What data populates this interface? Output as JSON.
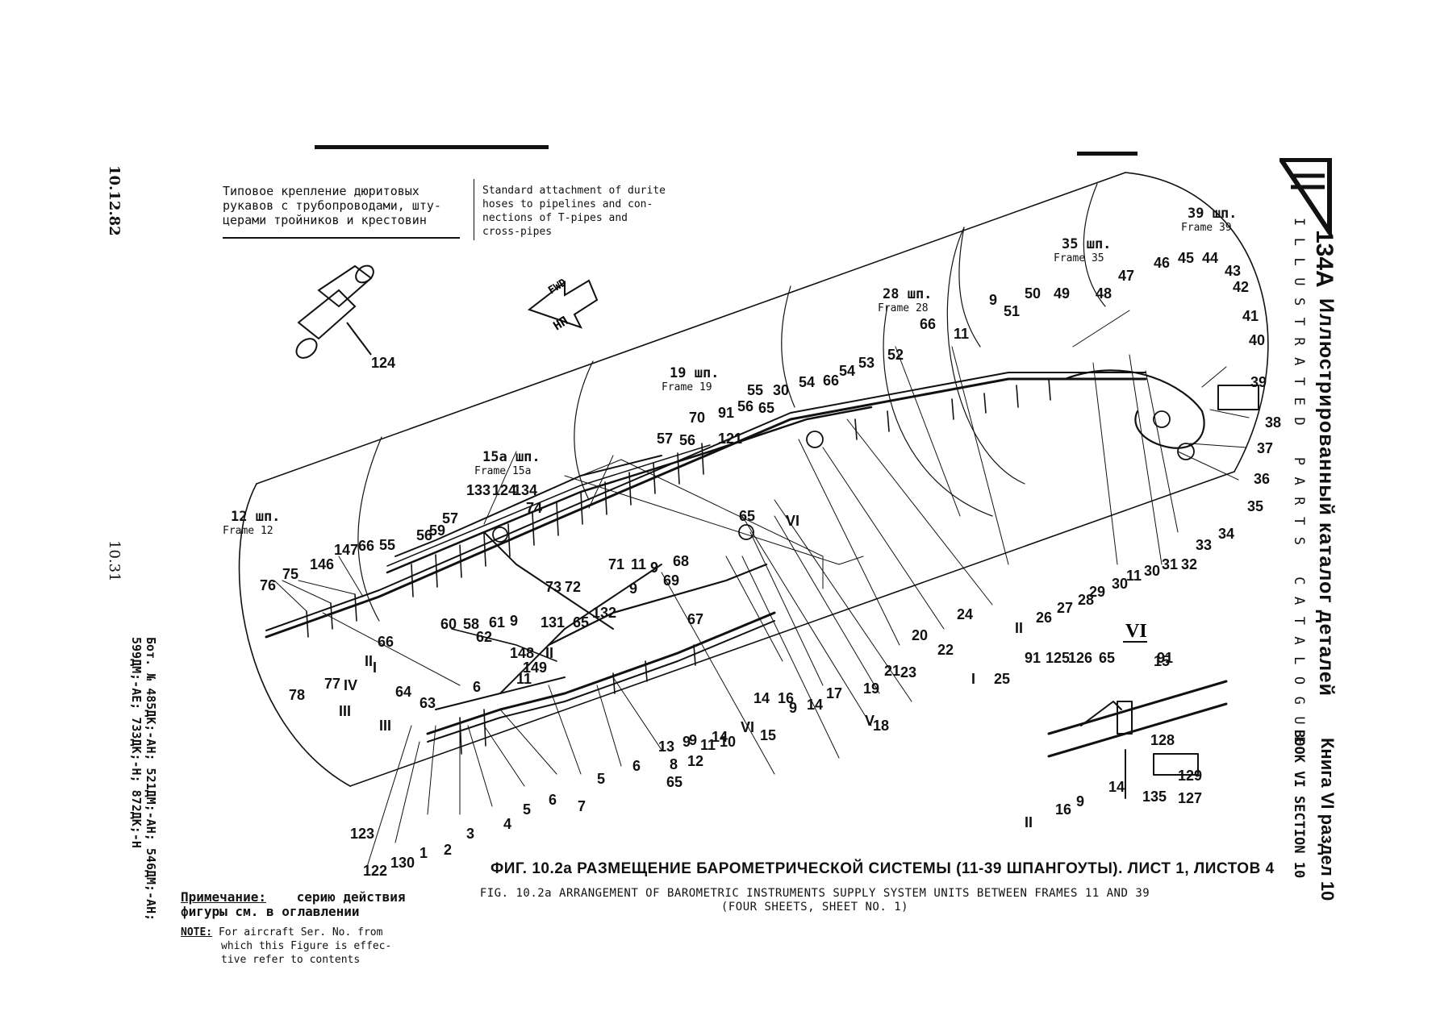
{
  "side_left": {
    "date": "10.12.82",
    "page": "10.31",
    "applicability_line1": "Бот. № 485ДК;-АН; 521ДМ;-АН; 546ДМ;-АН;",
    "applicability_line2": "599ДМ;-АЕ; 733ДК;-Н; 872ДК;-Н"
  },
  "side_right": {
    "logo_number": "134A",
    "catalog_ru": "Иллюстрированный каталог деталей",
    "catalog_en": "ILLUSTRATED PARTS CATALOGUE",
    "book_ru": "Книга VI раздел 10",
    "book_en": "BOOK VI SECTION 10"
  },
  "top_note": {
    "ru_lines": [
      "Типовое крепление дюритовых",
      "рукавов с трубопроводами, шту-",
      "церами тройников и крестовин"
    ],
    "en_lines": [
      "Standard attachment of durite",
      "hoses to pipelines and con-",
      "nections of T-pipes and",
      "cross-pipes"
    ]
  },
  "fwd": {
    "en": "FWD",
    "ru": "НП"
  },
  "frames": [
    {
      "ru": "12 шп.",
      "en": "Frame 12"
    },
    {
      "ru": "15а шп.",
      "en": "Frame 15а"
    },
    {
      "ru": "19 шп.",
      "en": "Frame 19"
    },
    {
      "ru": "28 шп.",
      "en": "Frame 28"
    },
    {
      "ru": "35 шп.",
      "en": "Frame 35"
    },
    {
      "ru": "39 шп.",
      "en": "Frame 39"
    }
  ],
  "callouts": [
    "124",
    "78",
    "76",
    "75",
    "146",
    "147",
    "66",
    "55",
    "56",
    "57",
    "59",
    "133",
    "124",
    "134",
    "74",
    "77",
    "IV",
    "I",
    "III",
    "64",
    "III",
    "II",
    "63",
    "66",
    "60",
    "58",
    "61",
    "9",
    "73",
    "72",
    "131",
    "132",
    "65",
    "62",
    "148",
    "149",
    "6",
    "11",
    "II",
    "9",
    "71",
    "11",
    "9",
    "68",
    "69",
    "57",
    "56",
    "70",
    "91",
    "121",
    "56",
    "65",
    "55",
    "30",
    "54",
    "66",
    "54",
    "53",
    "52",
    "66",
    "11",
    "9",
    "51",
    "50",
    "49",
    "48",
    "47",
    "46",
    "45",
    "44",
    "43",
    "42",
    "41",
    "40",
    "39",
    "38",
    "37",
    "36",
    "35",
    "34",
    "33",
    "32",
    "31",
    "30",
    "11",
    "30",
    "29",
    "28",
    "27",
    "26",
    "II",
    "I",
    "25",
    "24",
    "22",
    "23",
    "20",
    "21",
    "19",
    "V",
    "18",
    "17",
    "14",
    "9",
    "16",
    "14",
    "15",
    "VI",
    "14",
    "9",
    "13",
    "12",
    "11",
    "10",
    "9",
    "8",
    "6",
    "5",
    "7",
    "6",
    "5",
    "4",
    "3",
    "2",
    "1",
    "130",
    "122",
    "123",
    "65",
    "67",
    "65",
    "VI",
    "15",
    "91",
    "125",
    "126",
    "65",
    "91",
    "128",
    "129",
    "135",
    "127",
    "14",
    "9",
    "16",
    "II"
  ],
  "figure_caption": {
    "ru": "ФИГ. 10.2а РАЗМЕЩЕНИЕ БАРОМЕТРИЧЕСКОЙ СИСТЕМЫ (11-39 ШПАНГОУТЫ). ЛИСТ 1, ЛИСТОВ 4",
    "en_line1": "FIG. 10.2a ARRANGEMENT OF BAROMETRIC INSTRUMENTS SUPPLY SYSTEM UNITS BETWEEN FRAMES 11 AND 39",
    "en_line2": "(FOUR SHEETS, SHEET NO. 1)"
  },
  "note": {
    "ru_label": "Примечание:",
    "ru_line1": "серию действия",
    "ru_line2": "фигуры см. в оглавлении",
    "en_label": "NOTE:",
    "en_lines": [
      "For aircraft Ser. No. from",
      "which this Figure is effec-",
      "tive refer to contents"
    ]
  },
  "detail_view_label": "VI"
}
